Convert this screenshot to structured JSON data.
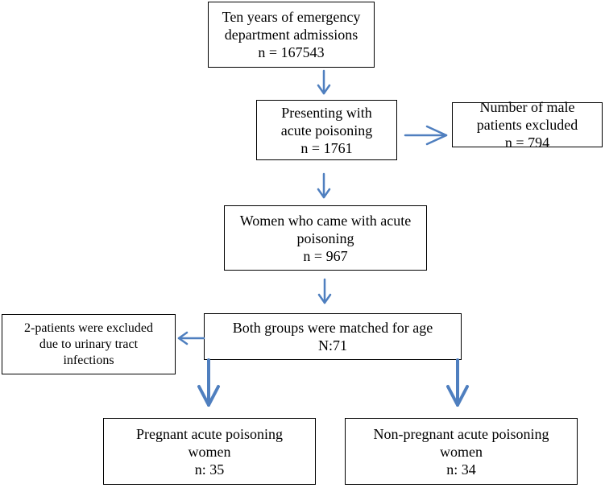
{
  "colors": {
    "arrow": "#4f7fbf",
    "border": "#000000",
    "background": "#ffffff"
  },
  "boxes": {
    "admissions": {
      "lines": [
        "Ten years of emergency",
        "department admissions",
        "n = 167543"
      ]
    },
    "poisoning": {
      "lines": [
        "Presenting with",
        "acute poisoning",
        "n = 1761"
      ]
    },
    "males_excluded": {
      "lines": [
        "Number of male",
        "patients excluded",
        "n = 794"
      ]
    },
    "women": {
      "lines": [
        "Women  who came with acute",
        "poisoning",
        "n = 967"
      ]
    },
    "matched": {
      "lines": [
        "Both groups were matched for age",
        "N:71"
      ]
    },
    "uti_excluded": {
      "lines": [
        "2-patients were excluded",
        "due to urinary tract",
        "infections"
      ]
    },
    "pregnant": {
      "lines": [
        "Pregnant acute poisoning",
        "women",
        "n: 35"
      ]
    },
    "non_pregnant": {
      "lines": [
        "Non-pregnant acute poisoning",
        "women",
        "n: 34"
      ]
    }
  }
}
